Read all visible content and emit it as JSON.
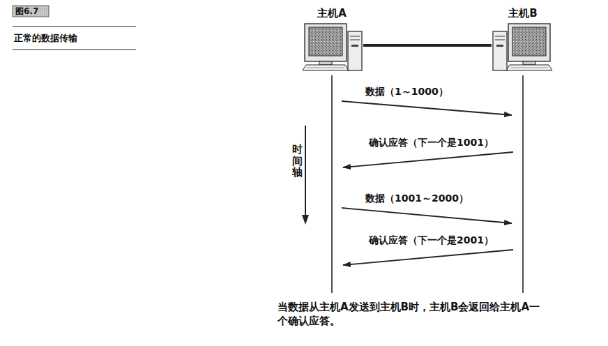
{
  "diagram": {
    "title": "正常的数据传输",
    "caption": "当数据从主机A发送到主机B时，主机B会返回给主机A一个确认应答。",
    "nodes": [
      {
        "text": [
          "主机A"
        ]
      },
      {
        "text": [
          "主机B"
        ]
      }
    ],
    "edges": [
      {
        "from": 0,
        "to": 1,
        "arrow": "none"
      },
      {
        "from": 0,
        "to": 1,
        "label": "数据（1～1000）",
        "arrow": "to"
      },
      {
        "from": 1,
        "to": 0,
        "label": "确认应答（下一个是1001）",
        "arrow": "to"
      },
      {
        "from": 0,
        "to": 1,
        "label": "数据（1001～2000）",
        "arrow": "to"
      },
      {
        "from": 1,
        "to": 0,
        "label": "确认应答（下一个是2001）",
        "arrow": "to"
      }
    ],
    "labels": [
      "图6.7",
      "时间轴"
    ]
  }
}
